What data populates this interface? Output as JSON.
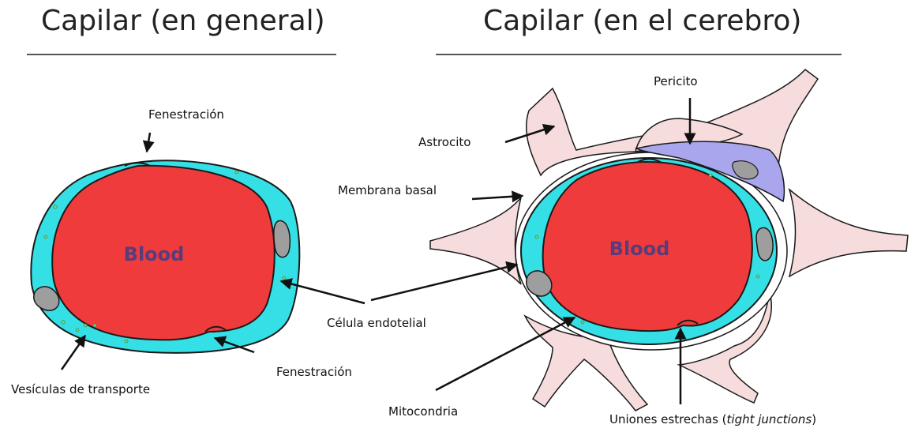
{
  "titles": {
    "left": "Capilar (en general)",
    "right": "Capilar (en el cerebro)"
  },
  "blood_label": "Blood",
  "labels": {
    "fenestracion_top": "Fenestración",
    "fenestracion_bottom": "Fenestración",
    "vesiculas": "Vesículas de transporte",
    "celula_endotelial": "Célula endotelial",
    "mitocondria": "Mitocondria",
    "pericito": "Pericito",
    "astrocito": "Astrocito",
    "membrana_basal": "Membrana basal",
    "uniones_main": "Uniones estrechas (",
    "uniones_italic": "tight junctions",
    "uniones_close": ")"
  },
  "colors": {
    "blood": "#ef3b3b",
    "endothelium": "#34e0e6",
    "outline": "#1a1a1a",
    "nucleus": "#9e9e9e",
    "pericyte": "#a9a6ee",
    "astrocyte": "#f6dcdc"
  }
}
